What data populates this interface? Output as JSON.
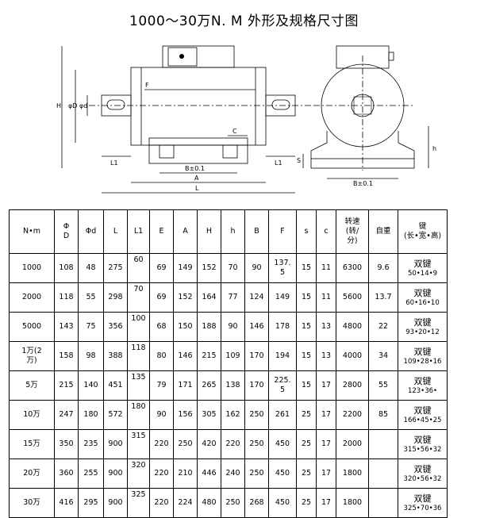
{
  "title": "1000～30万N. M 外形及规格尺寸图",
  "drawing": {
    "labels": {
      "H": "H",
      "phiD": "φD",
      "phid": "φd",
      "F": "F",
      "C": "C",
      "L1_left": "L1",
      "L1_right": "L1",
      "B01": "B±0.1",
      "A": "A",
      "L": "L",
      "S": "S",
      "h": "h",
      "B01_side": "B±0.1"
    }
  },
  "table": {
    "headers": [
      "N•m",
      "Φ\nD",
      "Φd",
      "L",
      "L1",
      "E",
      "A",
      "H",
      "h",
      "B",
      "F",
      "s",
      "c",
      "转速\n(转/\n分)",
      "自重",
      "键\n(长•宽•高)"
    ],
    "rows": [
      {
        "nm": "1000",
        "D": "108",
        "d": "48",
        "L": "275",
        "L1": "60",
        "E": "69",
        "A": "149",
        "H": "152",
        "h": "70",
        "B": "90",
        "F": "137.\n5",
        "s": "15",
        "c": "11",
        "speed": "6300",
        "weight": "9.6",
        "key_top": "双键",
        "key_dims": "50•14•9"
      },
      {
        "nm": "2000",
        "D": "118",
        "d": "55",
        "L": "298",
        "L1": "70",
        "E": "69",
        "A": "152",
        "H": "164",
        "h": "77",
        "B": "124",
        "F": "149",
        "s": "15",
        "c": "11",
        "speed": "5600",
        "weight": "13.7",
        "key_top": "双键",
        "key_dims": "60•16•10"
      },
      {
        "nm": "5000",
        "D": "143",
        "d": "75",
        "L": "356",
        "L1": "100",
        "E": "68",
        "A": "150",
        "H": "188",
        "h": "90",
        "B": "146",
        "F": "178",
        "s": "15",
        "c": "13",
        "speed": "4800",
        "weight": "22",
        "key_top": "双键",
        "key_dims": "93•20•12"
      },
      {
        "nm": "1万(2\n万)",
        "D": "158",
        "d": "98",
        "L": "388",
        "L1": "118",
        "E": "80",
        "A": "146",
        "H": "215",
        "h": "109",
        "B": "170",
        "F": "194",
        "s": "15",
        "c": "13",
        "speed": "4000",
        "weight": "34",
        "key_top": "双键",
        "key_dims": "109•28•16"
      },
      {
        "nm": "5万",
        "D": "215",
        "d": "140",
        "L": "451",
        "L1": "135",
        "E": "79",
        "A": "171",
        "H": "265",
        "h": "138",
        "B": "170",
        "F": "225.\n5",
        "s": "15",
        "c": "17",
        "speed": "2800",
        "weight": "55",
        "key_top": "双键",
        "key_dims": "123•36•"
      },
      {
        "nm": "10万",
        "D": "247",
        "d": "180",
        "L": "572",
        "L1": "180",
        "E": "90",
        "A": "156",
        "H": "305",
        "h": "162",
        "B": "250",
        "F": "261",
        "s": "25",
        "c": "17",
        "speed": "2200",
        "weight": "85",
        "key_top": "双键",
        "key_dims": "166•45•25"
      },
      {
        "nm": "15万",
        "D": "350",
        "d": "235",
        "L": "900",
        "L1": "315",
        "E": "220",
        "A": "250",
        "H": "420",
        "h": "220",
        "B": "250",
        "F": "450",
        "s": "25",
        "c": "17",
        "speed": "2000",
        "weight": "",
        "key_top": "双键",
        "key_dims": "315•56•32"
      },
      {
        "nm": "20万",
        "D": "360",
        "d": "255",
        "L": "900",
        "L1": "320",
        "E": "220",
        "A": "210",
        "H": "446",
        "h": "240",
        "B": "250",
        "F": "450",
        "s": "25",
        "c": "17",
        "speed": "1800",
        "weight": "",
        "key_top": "双键",
        "key_dims": "320•56•32"
      },
      {
        "nm": "30万",
        "D": "416",
        "d": "295",
        "L": "900",
        "L1": "325",
        "E": "220",
        "A": "224",
        "H": "480",
        "h": "250",
        "B": "268",
        "F": "450",
        "s": "25",
        "c": "17",
        "speed": "1800",
        "weight": "",
        "key_top": "双键",
        "key_dims": "325•70•36"
      }
    ]
  }
}
